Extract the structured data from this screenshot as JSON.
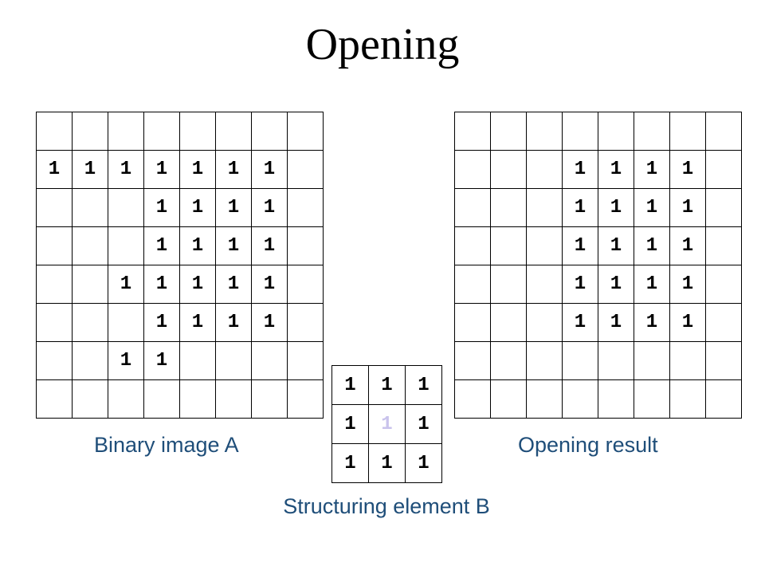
{
  "title": "Opening",
  "colors": {
    "caption": "#1f4e79",
    "origin_highlight": "#c9c3ec",
    "grid_line": "#000000"
  },
  "binary_image_a": {
    "caption": "Binary image A",
    "rows": [
      [
        "",
        "",
        "",
        "",
        "",
        "",
        "",
        ""
      ],
      [
        "1",
        "1",
        "1",
        "1",
        "1",
        "1",
        "1",
        ""
      ],
      [
        "",
        "",
        "",
        "1",
        "1",
        "1",
        "1",
        ""
      ],
      [
        "",
        "",
        "",
        "1",
        "1",
        "1",
        "1",
        ""
      ],
      [
        "",
        "",
        "1",
        "1",
        "1",
        "1",
        "1",
        ""
      ],
      [
        "",
        "",
        "",
        "1",
        "1",
        "1",
        "1",
        ""
      ],
      [
        "",
        "",
        "1",
        "1",
        "",
        "",
        "",
        ""
      ],
      [
        "",
        "",
        "",
        "",
        "",
        "",
        "",
        ""
      ]
    ]
  },
  "structuring_element_b": {
    "caption": "Structuring element B",
    "origin": [
      1,
      1
    ],
    "rows": [
      [
        "1",
        "1",
        "1"
      ],
      [
        "1",
        "1",
        "1"
      ],
      [
        "1",
        "1",
        "1"
      ]
    ]
  },
  "opening_result": {
    "caption": "Opening result",
    "rows": [
      [
        "",
        "",
        "",
        "",
        "",
        "",
        "",
        ""
      ],
      [
        "",
        "",
        "",
        "1",
        "1",
        "1",
        "1",
        ""
      ],
      [
        "",
        "",
        "",
        "1",
        "1",
        "1",
        "1",
        ""
      ],
      [
        "",
        "",
        "",
        "1",
        "1",
        "1",
        "1",
        ""
      ],
      [
        "",
        "",
        "",
        "1",
        "1",
        "1",
        "1",
        ""
      ],
      [
        "",
        "",
        "",
        "1",
        "1",
        "1",
        "1",
        ""
      ],
      [
        "",
        "",
        "",
        "",
        "",
        "",
        "",
        ""
      ],
      [
        "",
        "",
        "",
        "",
        "",
        "",
        "",
        ""
      ]
    ]
  }
}
